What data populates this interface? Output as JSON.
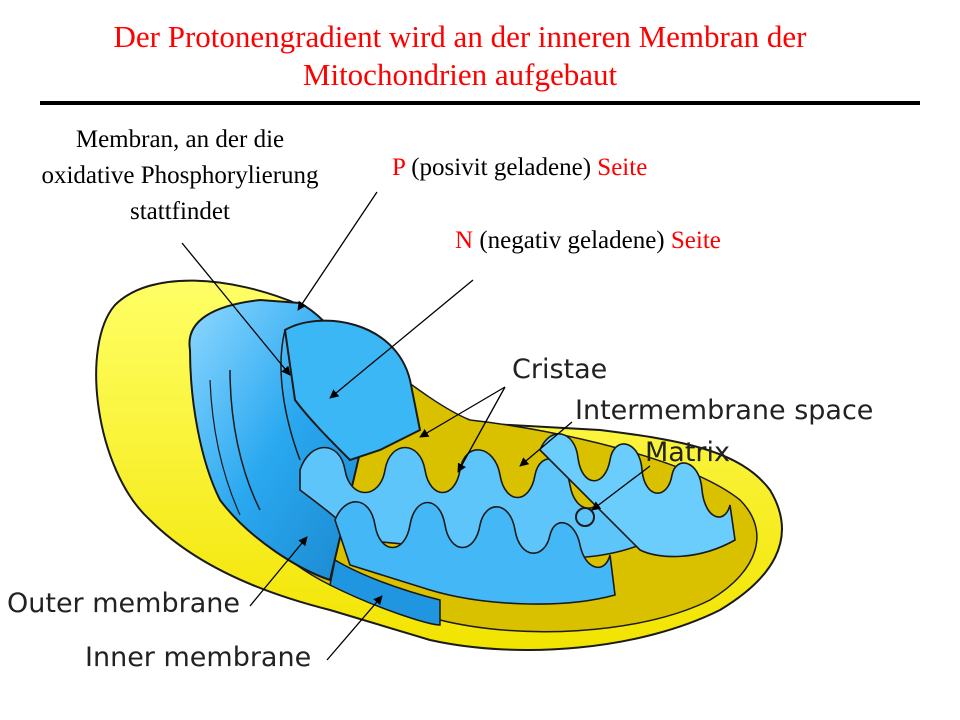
{
  "title": {
    "line1": "Der Protonengradient wird an der inneren Membran der",
    "line2": "Mitochondrien aufgebaut"
  },
  "annotations": {
    "membrane_site": {
      "line1": "Membran, an der die",
      "line2": "oxidative Phosphorylierung",
      "line3": "stattfindet"
    },
    "p_side": {
      "letter": "P",
      "text": " (posivit geladene) ",
      "word": "Seite"
    },
    "n_side": {
      "letter": "N",
      "text": " (negativ geladene) ",
      "word": "Seite"
    }
  },
  "diagram_labels": {
    "cristae": "Cristae",
    "intermembrane_space": "Intermembrane space",
    "matrix": "Matrix",
    "outer_membrane": "Outer membrane",
    "inner_membrane": "Inner membrane"
  },
  "colors": {
    "title": "#ff0000",
    "outer_membrane": "#ffff33",
    "inner_membrane": "#29a8f0",
    "inner_membrane_light": "#8fd8ff",
    "outline": "#1a1a1a"
  }
}
